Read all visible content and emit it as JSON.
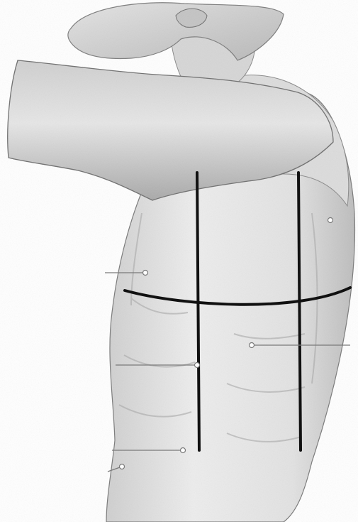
{
  "figure": {
    "subject": "anatomical-illustration-lateral-thorax",
    "colors": {
      "background": "#ffffff",
      "skin_light": "#ececec",
      "skin_mid": "#c9c9c9",
      "skin_shadow": "#9a9a9a",
      "outline": "#6e6e6e",
      "reference_line": "#111111",
      "leader_line": "#7a7a7a"
    },
    "reference_lines": [
      {
        "kind": "vertical-line",
        "label": ""
      },
      {
        "kind": "vertical-line",
        "label": ""
      },
      {
        "kind": "horizontal-curve",
        "label": ""
      }
    ],
    "leader_lines": [
      {
        "label": ""
      },
      {
        "label": ""
      },
      {
        "label": ""
      },
      {
        "label": ""
      },
      {
        "label": ""
      },
      {
        "label": ""
      }
    ]
  }
}
